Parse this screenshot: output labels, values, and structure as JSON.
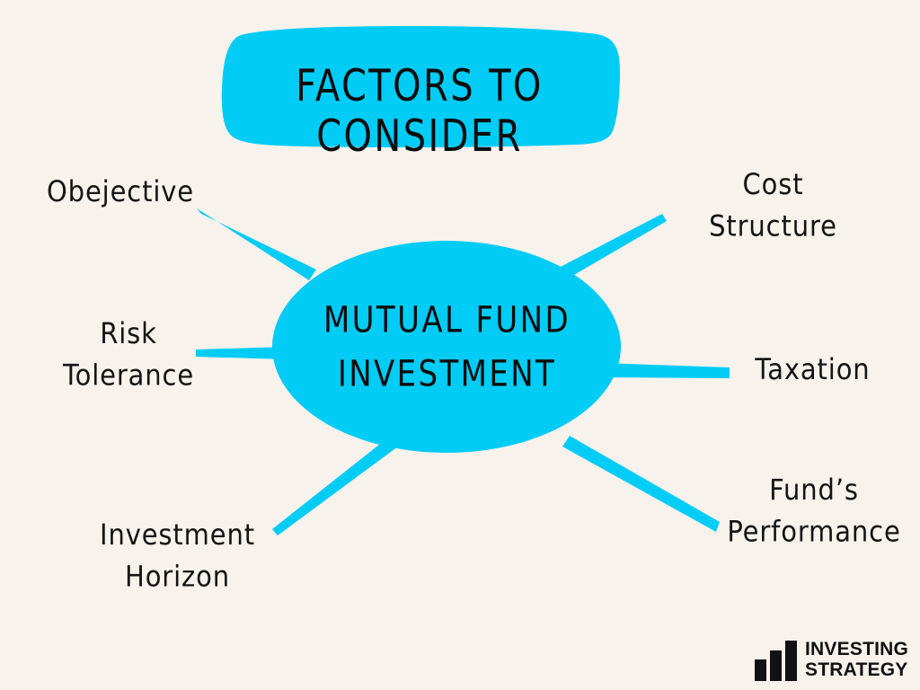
{
  "meta": {
    "kind": "mind-map",
    "background_color": "#F7F2EC",
    "accent_color": "#00CCF5",
    "text_color": "#111111"
  },
  "title": {
    "label": "FACTORS TO CONSIDER",
    "banner_color": "#00CCF5"
  },
  "center": {
    "label": "MUTUAL FUND\nINVESTMENT",
    "shape": "ellipse",
    "fill_color": "#00CCF5"
  },
  "branches": [
    {
      "id": "objective",
      "label": "Obejective",
      "side": "left",
      "position": "top"
    },
    {
      "id": "risk",
      "label": "Risk\nTolerance",
      "side": "left",
      "position": "middle"
    },
    {
      "id": "horizon",
      "label": "Investment\nHorizon",
      "side": "left",
      "position": "bottom"
    },
    {
      "id": "cost",
      "label": "Cost\nStructure",
      "side": "right",
      "position": "top"
    },
    {
      "id": "taxation",
      "label": "Taxation",
      "side": "right",
      "position": "middle"
    },
    {
      "id": "performance",
      "label": "Fund’s\nPerformance",
      "side": "right",
      "position": "bottom"
    }
  ],
  "logo": {
    "line1": "INVESTING",
    "line2": "STRATEGY",
    "icon": "bar-chart-icon",
    "color": "#111111"
  }
}
